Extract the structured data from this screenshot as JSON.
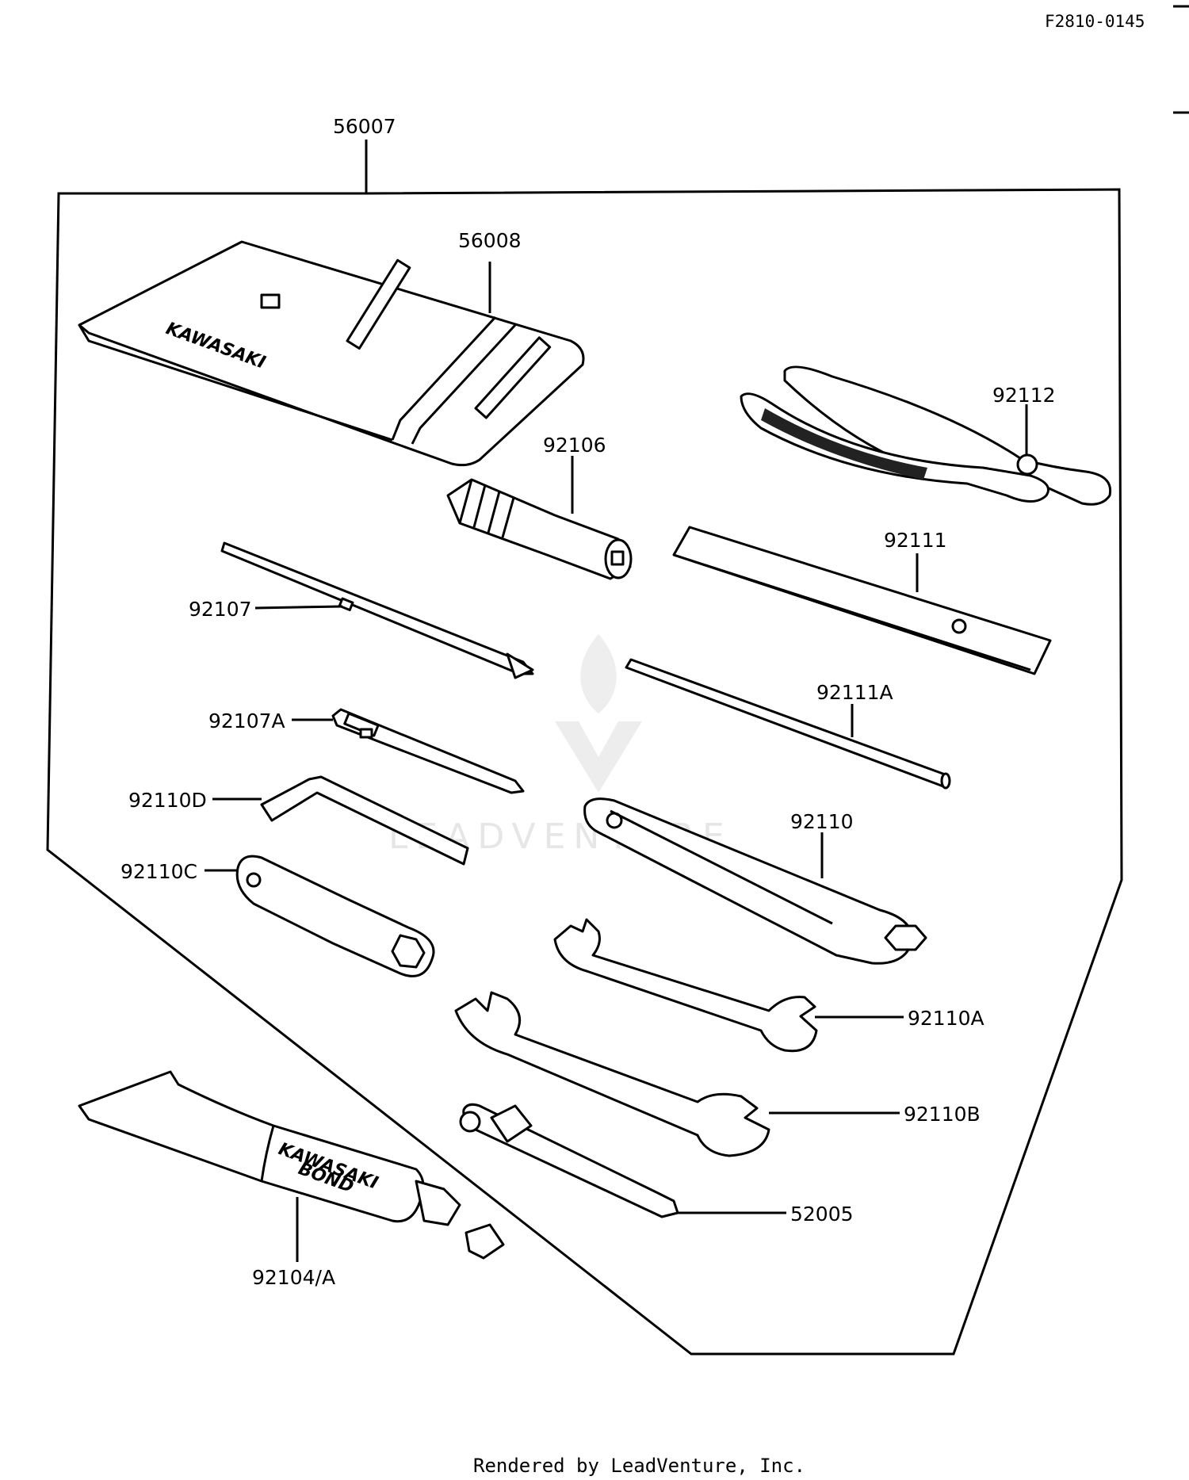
{
  "header": {
    "code": "F2810-0145"
  },
  "parts": [
    {
      "id": "56007"
    },
    {
      "id": "56008"
    },
    {
      "id": "92112"
    },
    {
      "id": "92106"
    },
    {
      "id": "92111"
    },
    {
      "id": "92107"
    },
    {
      "id": "92111A"
    },
    {
      "id": "92107A"
    },
    {
      "id": "92110D"
    },
    {
      "id": "92110"
    },
    {
      "id": "92110C"
    },
    {
      "id": "92110A"
    },
    {
      "id": "92110B"
    },
    {
      "id": "52005"
    },
    {
      "id": "92104/A"
    }
  ],
  "stamps": {
    "pouch": "KAWASAKI",
    "tube_line1": "KAWASAKI",
    "tube_line2": "BOND"
  },
  "watermark": "LEADVENTURE",
  "footer": {
    "text": "Rendered by LeadVenture, Inc."
  }
}
